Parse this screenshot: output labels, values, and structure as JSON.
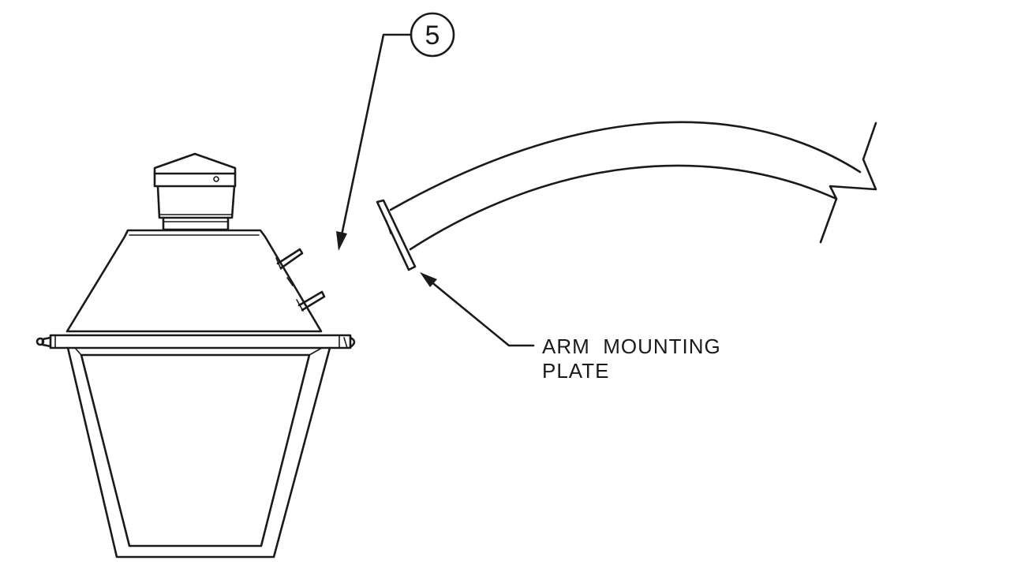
{
  "callout": {
    "number": "5"
  },
  "label": {
    "line1": "ARM  MOUNTING",
    "line2": "PLATE"
  },
  "colors": {
    "line": "#1a1a1a",
    "background": "#ffffff"
  }
}
